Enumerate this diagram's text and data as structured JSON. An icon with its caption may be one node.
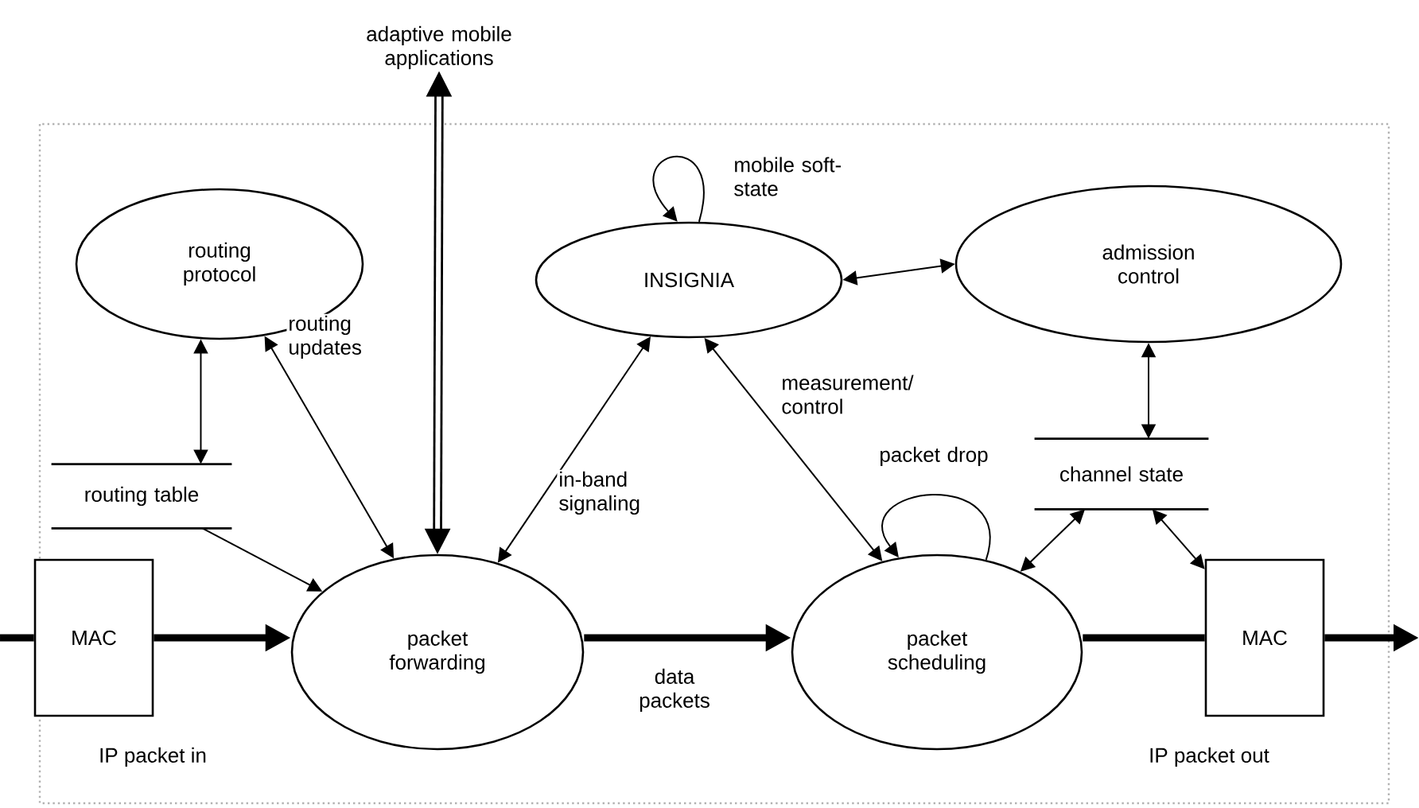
{
  "diagram": {
    "nodes": [
      {
        "text": [
          "adaptive mobile applications"
        ]
      },
      {
        "text": [
          "routing protocol"
        ]
      },
      {
        "text": [
          "INSIGNIA"
        ]
      },
      {
        "text": [
          "admission control"
        ]
      },
      {
        "text": [
          "routing table"
        ]
      },
      {
        "text": [
          "channel state"
        ]
      },
      {
        "text": [
          "MAC"
        ],
        "beside": [
          "IP packet in"
        ]
      },
      {
        "text": [
          "packet forwarding"
        ]
      },
      {
        "text": [
          "packet scheduling"
        ]
      },
      {
        "text": [
          "MAC"
        ],
        "beside": [
          "IP packet out"
        ]
      }
    ],
    "edges": [
      {
        "from": 7,
        "to": 0,
        "arrow": "both",
        "style": "thick"
      },
      {
        "from": 2,
        "to": 2,
        "arrow": "to",
        "label": "mobile soft-state"
      },
      {
        "from": 2,
        "to": 3,
        "arrow": "both"
      },
      {
        "from": 1,
        "to": 4,
        "arrow": "both"
      },
      {
        "from": 1,
        "to": 7,
        "arrow": "both",
        "label": "routing updates"
      },
      {
        "from": 4,
        "to": 7,
        "arrow": "to"
      },
      {
        "from": 7,
        "to": 2,
        "arrow": "both",
        "label": "in-band signaling"
      },
      {
        "from": 2,
        "to": 8,
        "arrow": "both",
        "label": "measurement/ control"
      },
      {
        "from": 3,
        "to": 5,
        "arrow": "both"
      },
      {
        "from": 8,
        "to": 8,
        "arrow": "to",
        "label": "packet drop"
      },
      {
        "from": 8,
        "to": 5,
        "arrow": "both"
      },
      {
        "from": 5,
        "to": 9,
        "arrow": "both"
      },
      {
        "from": null,
        "to": 6,
        "arrow": "none",
        "style": "thick"
      },
      {
        "from": 6,
        "to": 7,
        "arrow": "to",
        "style": "thick"
      },
      {
        "from": 7,
        "to": 8,
        "arrow": "to",
        "style": "thick",
        "label": "data packets"
      },
      {
        "from": 8,
        "to": 9,
        "arrow": "none",
        "style": "thick"
      },
      {
        "from": 9,
        "to": null,
        "arrow": "to",
        "style": "thick"
      }
    ]
  }
}
